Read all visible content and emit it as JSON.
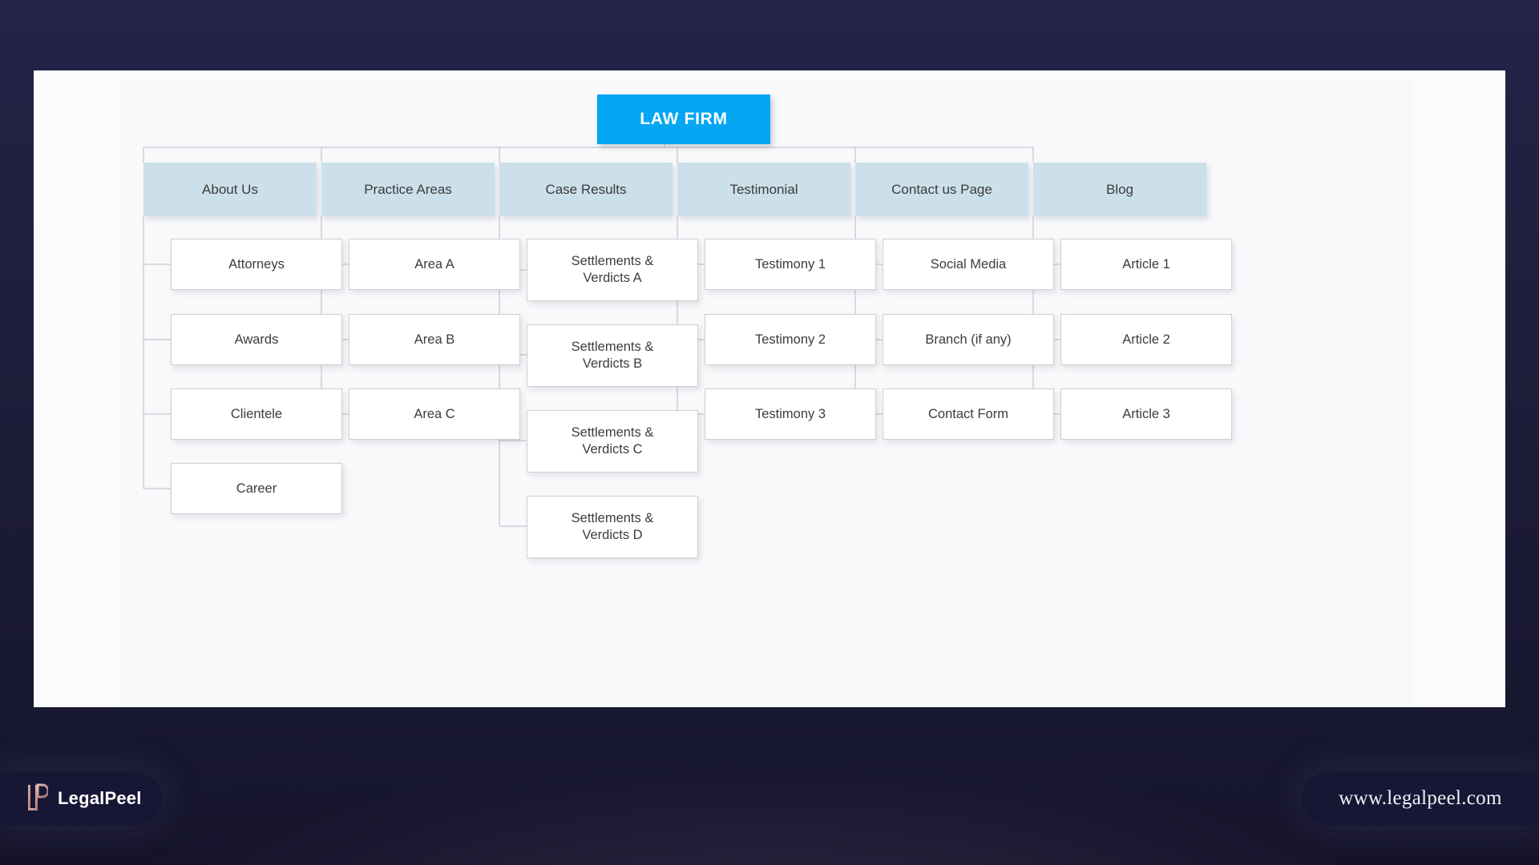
{
  "colors": {
    "background_dark": "#20203f",
    "panel": "#fbfbfd",
    "inner_panel": "#f8f9fb",
    "root_blue": "#04a6f4",
    "branch_blue": "#cbe0ea",
    "leaf_white": "#ffffff",
    "leaf_border": "#cfcfd3",
    "connector": "#b9bcc4",
    "footer_pill": "#171635",
    "logo_rose": "#c99a95"
  },
  "diagram": {
    "type": "org-chart-sitemap",
    "root": {
      "label": "LAW FIRM"
    },
    "branches": [
      {
        "label": "About Us",
        "children": [
          {
            "label": "Attorneys"
          },
          {
            "label": "Awards"
          },
          {
            "label": "Clientele"
          },
          {
            "label": "Career"
          }
        ]
      },
      {
        "label": "Practice Areas",
        "children": [
          {
            "label": "Area A"
          },
          {
            "label": "Area B"
          },
          {
            "label": "Area C"
          }
        ]
      },
      {
        "label": "Case Results",
        "children": [
          {
            "label": "Settlements &",
            "label2": "Verdicts A"
          },
          {
            "label": "Settlements &",
            "label2": "Verdicts B"
          },
          {
            "label": "Settlements &",
            "label2": "Verdicts C"
          },
          {
            "label": "Settlements &",
            "label2": "Verdicts D"
          }
        ]
      },
      {
        "label": "Testimonial",
        "children": [
          {
            "label": "Testimony 1"
          },
          {
            "label": "Testimony 2"
          },
          {
            "label": "Testimony 3"
          }
        ]
      },
      {
        "label": "Contact us Page",
        "children": [
          {
            "label": "Social Media"
          },
          {
            "label": "Branch (if any)"
          },
          {
            "label": "Contact Form"
          }
        ]
      },
      {
        "label": "Blog",
        "children": [
          {
            "label": "Article 1"
          },
          {
            "label": "Article 2"
          },
          {
            "label": "Article 3"
          }
        ]
      }
    ]
  },
  "footer": {
    "logo_text": "LegalPeel",
    "logo_mark": "lp-monogram-icon",
    "url": "www.legalpeel.com"
  }
}
